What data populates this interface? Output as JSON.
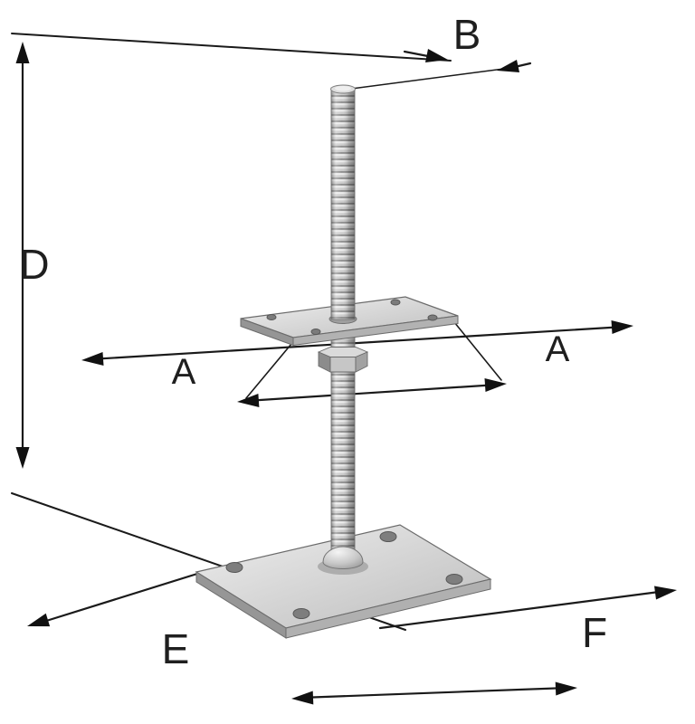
{
  "diagram": {
    "labels": {
      "b": "B",
      "d": "D",
      "a_width": "A",
      "a_depth": "A",
      "e": "E",
      "f": "F"
    },
    "colors": {
      "line": "#1a1a1a",
      "label": "#1f1f1f",
      "metal_light": "#ececec",
      "metal_mid": "#c4c4c4",
      "metal_dark": "#8e8e8e",
      "background": "#ffffff"
    }
  }
}
